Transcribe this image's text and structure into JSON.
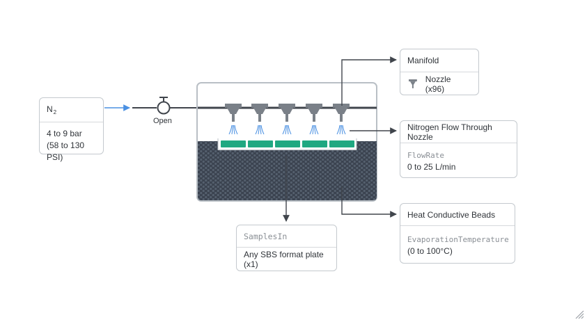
{
  "n2": {
    "title": "N",
    "title_sub": "2",
    "pressure": "4 to 9 bar",
    "pressure_psi": "(58 to 130 PSI)"
  },
  "valve": {
    "label": "Open",
    "icon": "valve-icon"
  },
  "manifold": {
    "title": "Manifold",
    "nozzle_label": "Nozzle (x96)",
    "nozzle_icon": "nozzle-icon"
  },
  "flow": {
    "title": "Nitrogen Flow Through Nozzle",
    "param": "FlowRate",
    "range": "0 to 25 L/min"
  },
  "beads": {
    "title": "Heat Conductive Beads",
    "param": "EvaporationTemperature",
    "range": "(0 to 100°C)"
  },
  "samples": {
    "title": "SamplesIn",
    "desc": "Any SBS format plate (x1)"
  },
  "colors": {
    "accent": "#1fa881",
    "bead_fill": "#3b4350",
    "pipe": "#40454c",
    "nozzle": "#7a8088",
    "flow_line": "#4a90e2",
    "spray": "#4a90e2"
  }
}
